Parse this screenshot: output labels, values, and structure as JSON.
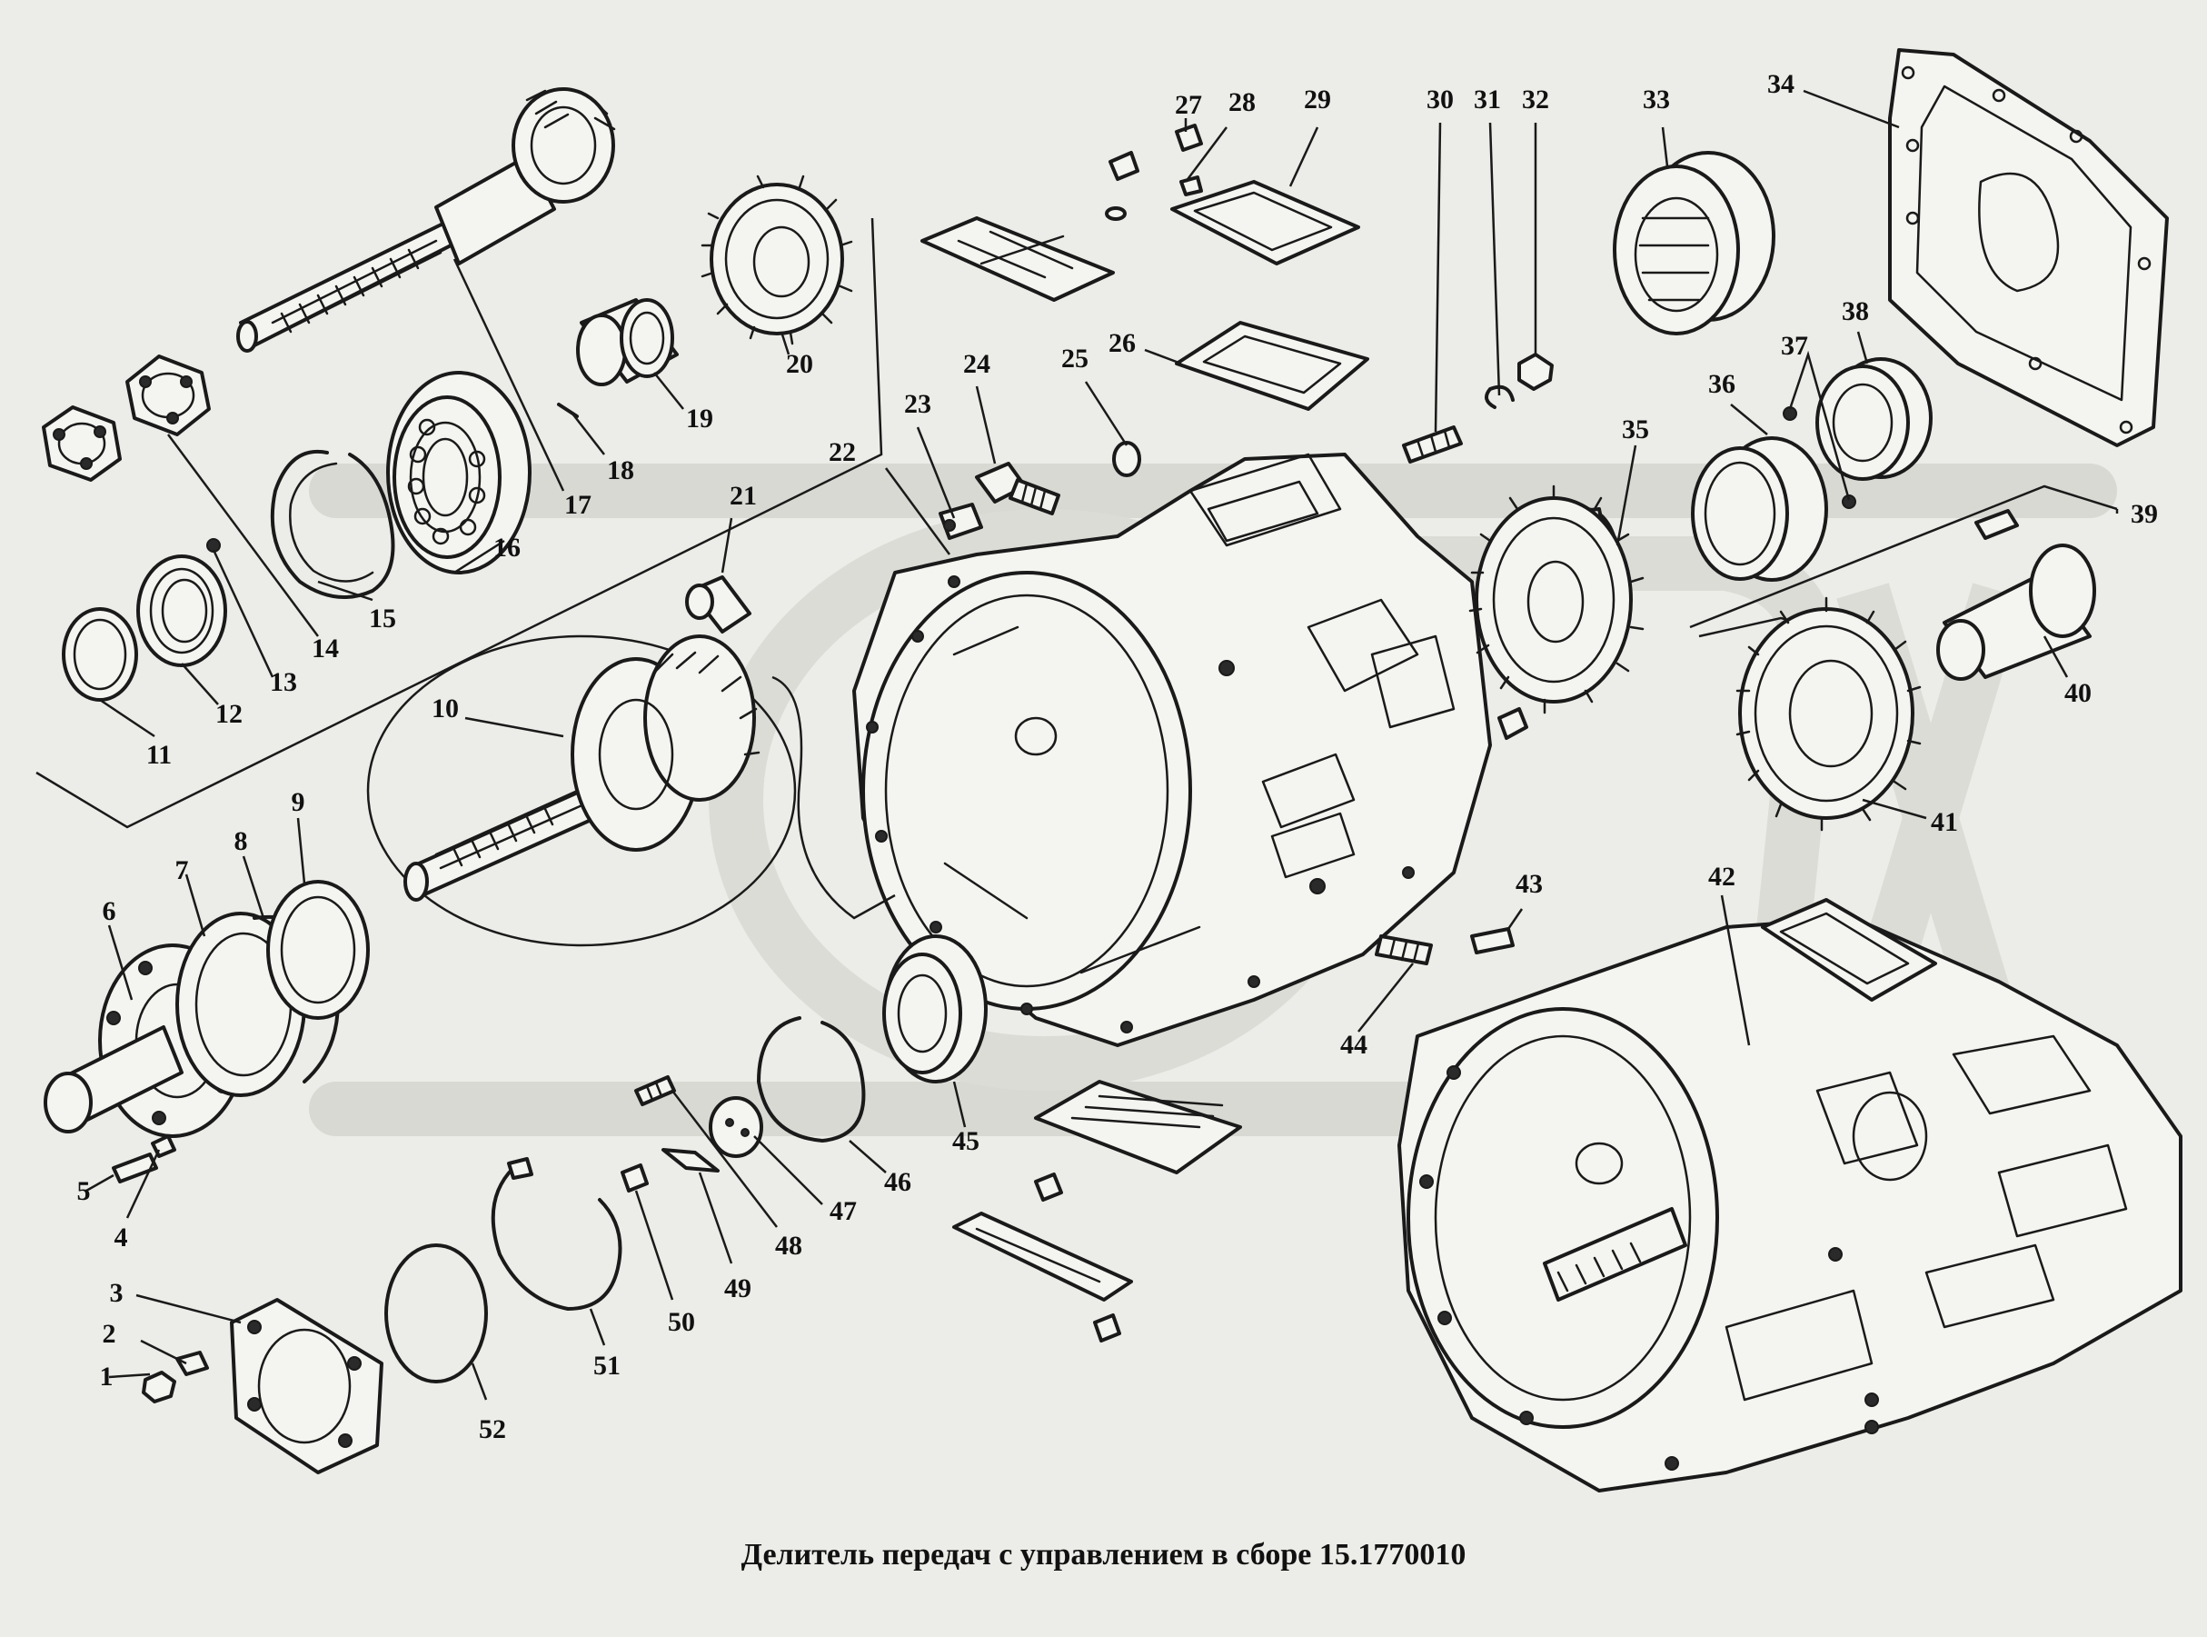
{
  "caption": "Делитель передач с управлением в сборе 15.1770010",
  "labels": [
    "1",
    "2",
    "3",
    "4",
    "5",
    "6",
    "7",
    "8",
    "9",
    "10",
    "11",
    "12",
    "13",
    "14",
    "15",
    "16",
    "17",
    "18",
    "19",
    "20",
    "21",
    "22",
    "23",
    "24",
    "25",
    "26",
    "27",
    "28",
    "29",
    "30",
    "31",
    "32",
    "33",
    "34",
    "35",
    "36",
    "37",
    "38",
    "39",
    "40",
    "41",
    "42",
    "43",
    "44",
    "45",
    "46",
    "47",
    "48",
    "49",
    "50",
    "51",
    "52"
  ],
  "colors": {
    "background": "#ecece8",
    "line": "#1a1a1a",
    "watermark": "#d9d9d4"
  }
}
